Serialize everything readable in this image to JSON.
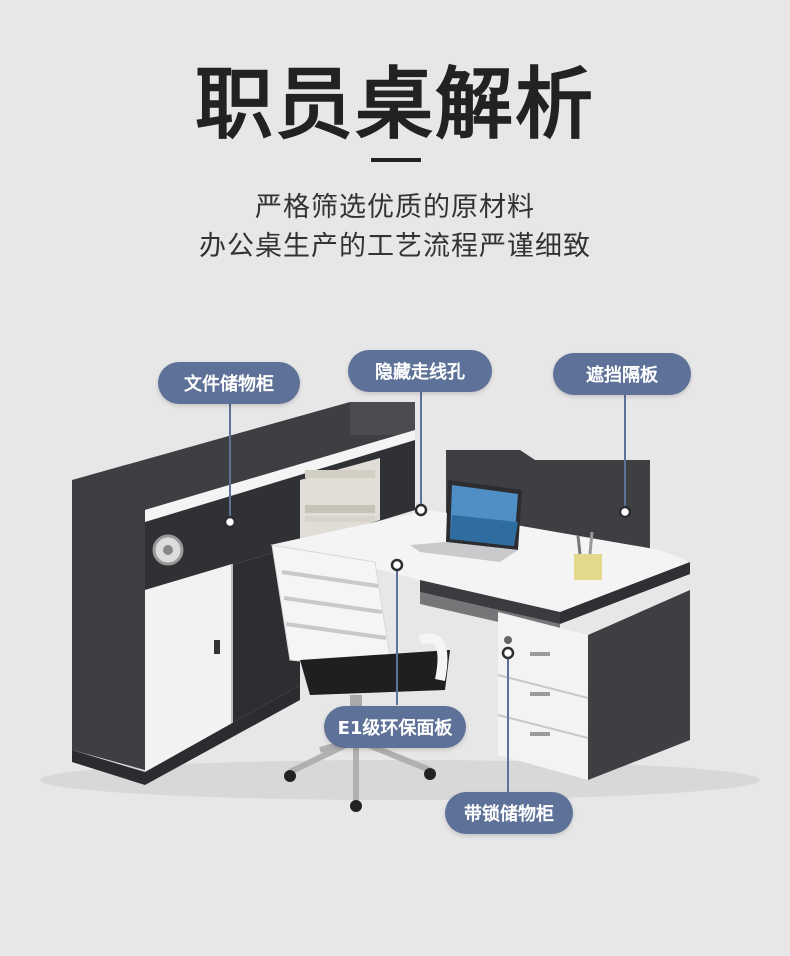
{
  "header": {
    "title": "职员桌解析",
    "subtitle_line1": "严格筛选优质的原材料",
    "subtitle_line2": "办公桌生产的工艺流程严谨细致"
  },
  "callouts": {
    "file_cabinet": "文件储物柜",
    "hidden_cable_hole": "隐藏走线孔",
    "partition_panel": "遮挡隔板",
    "e1_panel": "E1级环保面板",
    "locked_cabinet": "带锁储物柜"
  },
  "colors": {
    "background": "#e7e7e7",
    "callout_fill": "#5e7198",
    "desk_dark": "#3d3f42",
    "desk_white": "#f4f4f4"
  }
}
